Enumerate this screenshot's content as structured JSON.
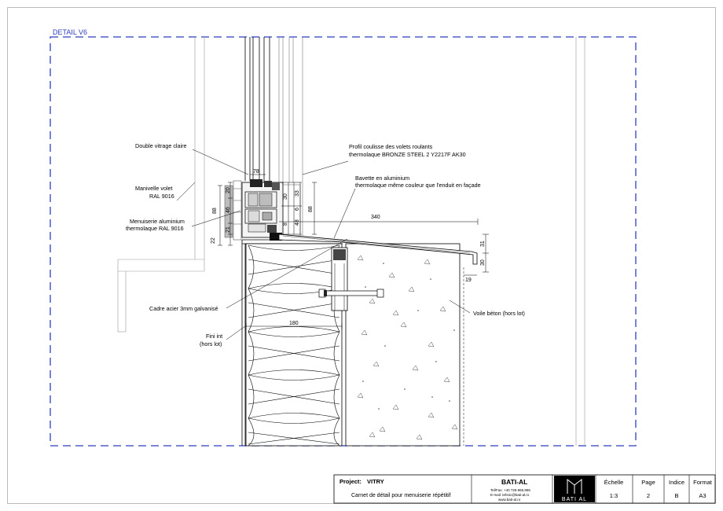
{
  "detail_label": "DETAIL V6",
  "annotations": {
    "double_vitrage": "Double vitrage claire",
    "profil_line1": "Profil coulisse des volets roulants",
    "profil_line2": "thermolaque BRONZE STEEL 2 Y2217F AK30",
    "bavette_line1": "Bavette en aluminium",
    "bavette_line2": "thermolaque même couleur que l'enduit en façade",
    "manivelle_line1": "Manivelle volet",
    "manivelle_line2": "RAL 9016",
    "menuiserie_line1": "Menuiserie aluminium",
    "menuiserie_line2": "thermolaque RAL 9016",
    "cadre": "Cadre acier 3mm galvanisé",
    "voile": "Voile béton (hors lot)",
    "fini_line1": "Fini int",
    "fini_line2": "(hors lot)"
  },
  "dimensions": {
    "d78": "78",
    "d20": "20",
    "d46": "46",
    "d21": "21",
    "d88_left": "88",
    "d22": "22",
    "d33": "33",
    "d6": "6",
    "d30_top": "30",
    "d48": "48",
    "d8": "8",
    "d88_right": "88",
    "d340": "340",
    "d31": "31",
    "d30": "30",
    "d19": "19",
    "d180": "180"
  },
  "title_block": {
    "project_label": "Project: ",
    "project_name": "VITRY",
    "subtitle": "Carnet de détail pour menuiserie répétitif",
    "company": "BATI-AL",
    "contact_tel": "Tel/Fax: +40 728.966.895",
    "contact_email": "E-mail: tehnic@bati-al.ro",
    "contact_web": "www.bati-al.ro",
    "logo_text": "BATI AL",
    "col_echelle": "Échelle",
    "val_echelle": "1:3",
    "col_page": "Page",
    "val_page": "2",
    "col_indice": "Indice",
    "val_indice": "B",
    "col_format": "Format",
    "val_format": "A3"
  },
  "colors": {
    "dashed_frame": "#2f3fbf",
    "line": "#000000",
    "light_line": "#888888"
  }
}
